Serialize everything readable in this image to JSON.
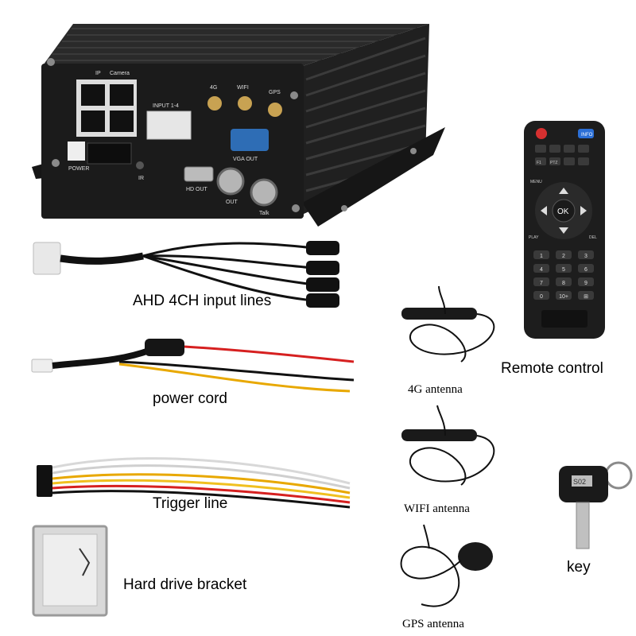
{
  "captions": {
    "ahd": "AHD 4CH input lines",
    "power": "power cord",
    "trigger": "Trigger line",
    "hdd": "Hard drive bracket",
    "antenna_4g": "4G antenna",
    "antenna_wifi": "WIFI antenna",
    "antenna_gps": "GPS antenna",
    "remote": "Remote control",
    "key": "key"
  },
  "dvr_labels": {
    "ip": "IP",
    "camera": "Camera",
    "input": "INPUT 1-4",
    "ant_4g": "4G",
    "ant_wifi": "WIFI",
    "ant_gps": "GPS",
    "vga": "VGA OUT",
    "hd_out": "HD OUT",
    "out": "OUT",
    "talk": "Talk",
    "power": "POWER",
    "ir": "IR"
  },
  "remote_labels": {
    "info": "INFO",
    "f1": "F1",
    "ptz": "PTZ",
    "menu": "MENU",
    "ok": "OK",
    "play": "PLAY",
    "del": "DEL",
    "keys": [
      "1",
      "2",
      "3",
      "4",
      "5",
      "6",
      "7",
      "8",
      "9",
      "0",
      "10+",
      "⊞"
    ]
  },
  "key_tag": "S02",
  "colors": {
    "device": "#1b1b1b",
    "remote": "#1d1d1d",
    "wire_red": "#d62020",
    "wire_yellow": "#e8a800",
    "wire_white": "#d8d8d8"
  }
}
